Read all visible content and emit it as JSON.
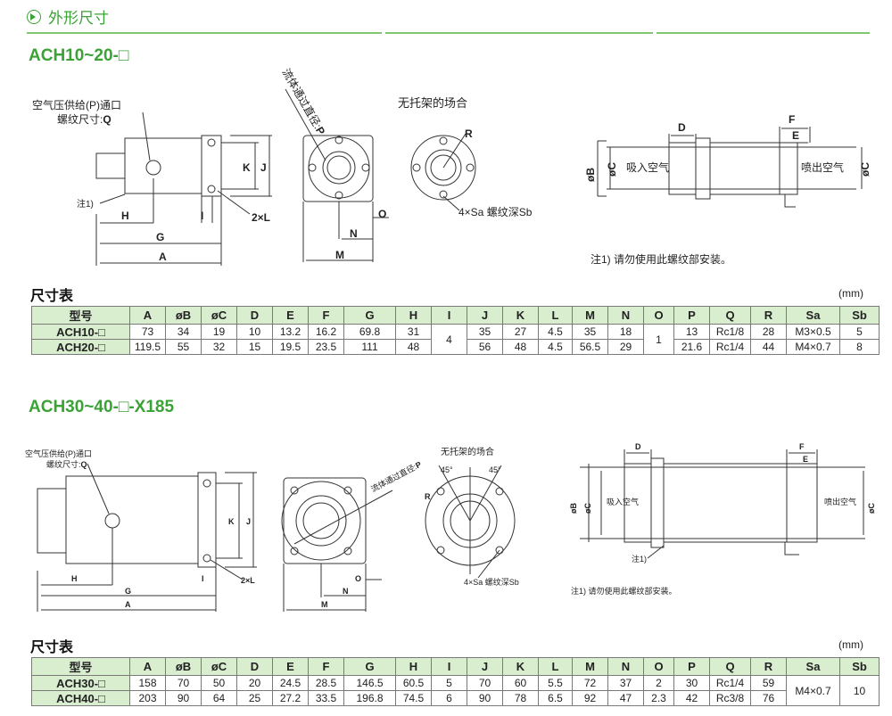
{
  "section_title": "外形尺寸",
  "block1": {
    "title": "ACH10~20-□",
    "labels": {
      "supply_port": "空气压供给(P)通口",
      "thread_size": "螺纹尺寸:",
      "q": "Q",
      "fluid_dia": "流体通过直径:",
      "p": "P",
      "no_bracket": "无托架的场合",
      "note_ref": "注1)",
      "hole_spec": "4×Sa 螺纹深Sb",
      "suction": "吸入空气",
      "exhaust": "喷出空气",
      "note": "注1) 请勿使用此螺纹部安装。",
      "dims": [
        "A",
        "G",
        "H",
        "I",
        "J",
        "K",
        "M",
        "N",
        "O",
        "D",
        "E",
        "F",
        "R",
        "øB",
        "øC",
        "2×L"
      ]
    },
    "table": {
      "title": "尺寸表",
      "unit": "(mm)",
      "headers": [
        "型号",
        "A",
        "øB",
        "øC",
        "D",
        "E",
        "F",
        "G",
        "H",
        "I",
        "J",
        "K",
        "L",
        "M",
        "N",
        "O",
        "P",
        "Q",
        "R",
        "Sa",
        "Sb"
      ],
      "rows": [
        {
          "model": "ACH10-□",
          "A": "73",
          "B": "34",
          "C": "19",
          "D": "10",
          "E": "13.2",
          "F": "16.2",
          "G": "69.8",
          "H": "31",
          "J": "35",
          "K": "27",
          "L": "4.5",
          "M": "35",
          "N": "18",
          "P": "13",
          "Q": "Rc1/8",
          "R": "28",
          "Sa": "M3×0.5",
          "Sb": "5"
        },
        {
          "model": "ACH20-□",
          "A": "119.5",
          "B": "55",
          "C": "32",
          "D": "15",
          "E": "19.5",
          "F": "23.5",
          "G": "111",
          "H": "48",
          "J": "56",
          "K": "48",
          "L": "4.5",
          "M": "56.5",
          "N": "29",
          "P": "21.6",
          "Q": "Rc1/4",
          "R": "44",
          "Sa": "M4×0.7",
          "Sb": "8"
        }
      ],
      "merged_I": "4",
      "merged_O": "1"
    }
  },
  "block2": {
    "title": "ACH30~40-□-X185",
    "labels": {
      "supply_port": "空气压供给(P)通口",
      "thread_size": "螺纹尺寸:",
      "q": "Q",
      "fluid_dia": "流体通过直径:",
      "p": "P",
      "no_bracket": "无托架的场合",
      "deg45a": "45°",
      "deg45b": "45°",
      "note_ref": "注1)",
      "hole_spec": "4×Sa 螺纹深Sb",
      "suction": "吸入空气",
      "exhaust": "喷出空气",
      "note": "注1) 请勿使用此螺纹部安装。",
      "dims": [
        "A",
        "G",
        "H",
        "I",
        "J",
        "K",
        "M",
        "N",
        "O",
        "D",
        "E",
        "F",
        "R",
        "øB",
        "øC",
        "2×L"
      ]
    },
    "table": {
      "title": "尺寸表",
      "unit": "(mm)",
      "headers": [
        "型号",
        "A",
        "øB",
        "øC",
        "D",
        "E",
        "F",
        "G",
        "H",
        "I",
        "J",
        "K",
        "L",
        "M",
        "N",
        "O",
        "P",
        "Q",
        "R",
        "Sa",
        "Sb"
      ],
      "rows": [
        {
          "model": "ACH30-□",
          "A": "158",
          "B": "70",
          "C": "50",
          "D": "20",
          "E": "24.5",
          "F": "28.5",
          "G": "146.5",
          "H": "60.5",
          "I": "5",
          "J": "70",
          "K": "60",
          "L": "5.5",
          "M": "72",
          "N": "37",
          "O": "2",
          "P": "30",
          "Q": "Rc1/4",
          "R": "59"
        },
        {
          "model": "ACH40-□",
          "A": "203",
          "B": "90",
          "C": "64",
          "D": "25",
          "E": "27.2",
          "F": "33.5",
          "G": "196.8",
          "H": "74.5",
          "I": "6",
          "J": "90",
          "K": "78",
          "L": "6.5",
          "M": "92",
          "N": "47",
          "O": "2.3",
          "P": "42",
          "Q": "Rc3/8",
          "R": "76"
        }
      ],
      "merged_Sa": "M4×0.7",
      "merged_Sb": "10"
    }
  }
}
